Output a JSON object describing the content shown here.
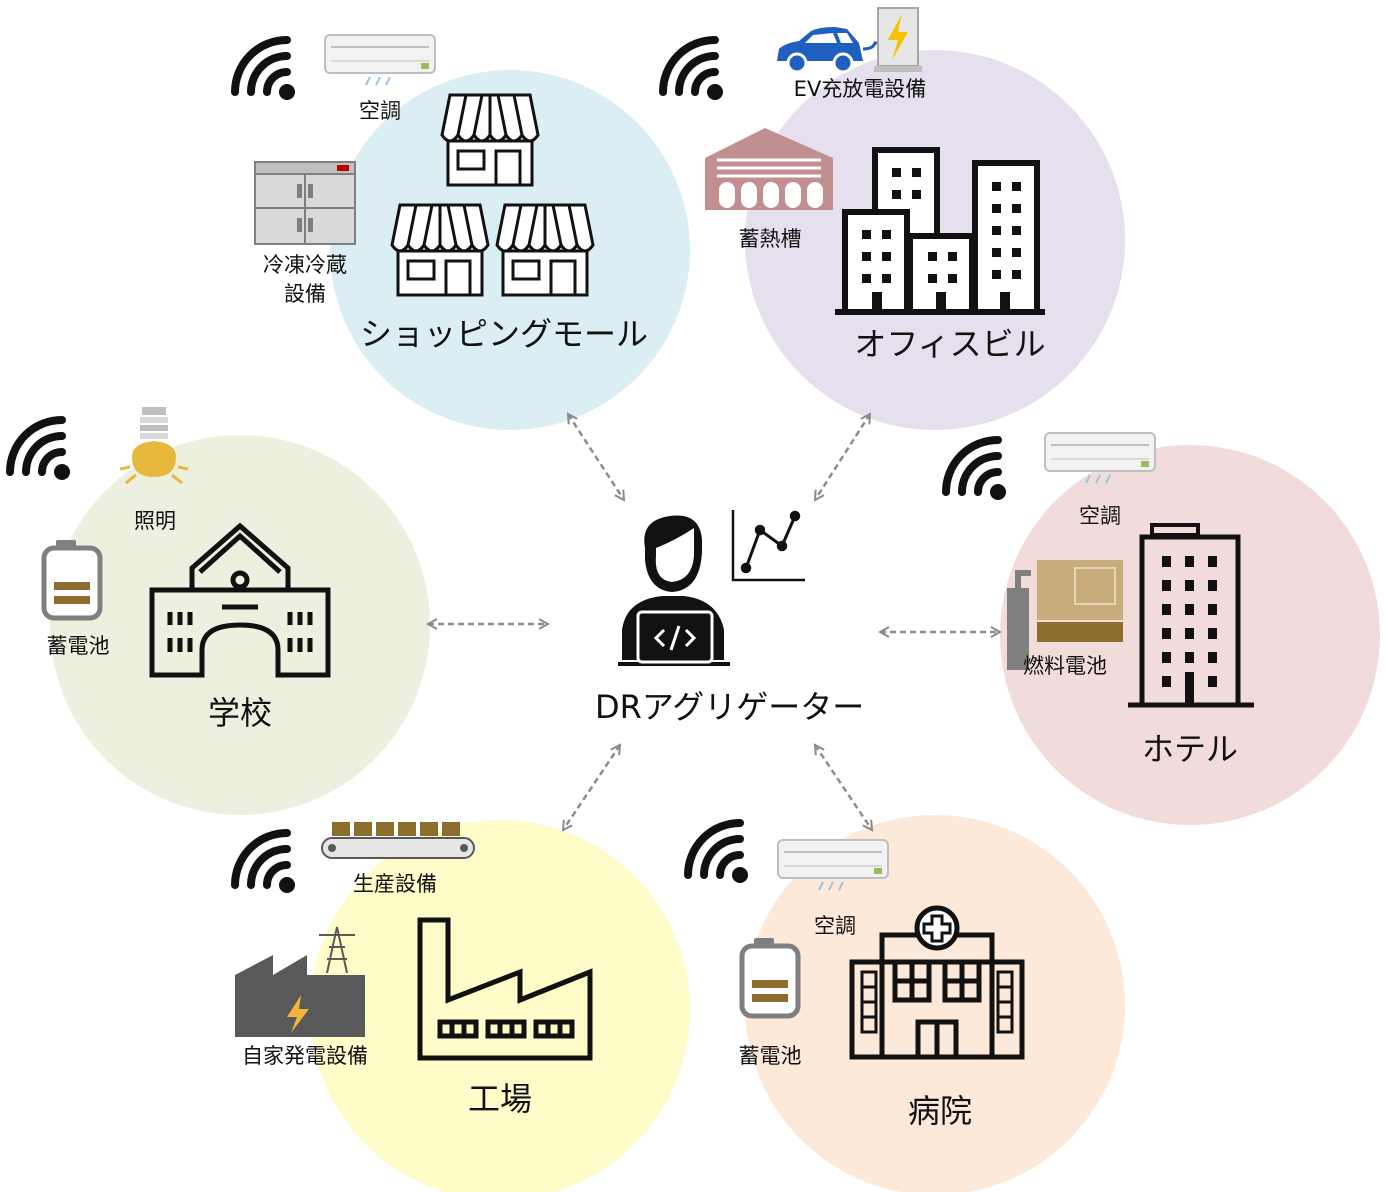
{
  "colors": {
    "shopping": "#dbeef3",
    "office": "#e6e0ee",
    "school": "#ebf1de",
    "hotel": "#f2dcdb",
    "factory": "#fefcc8",
    "hospital": "#fde9d9",
    "arrow": "#8c8c8c",
    "icon": "#111111",
    "battery_fill": "#8c6d2c",
    "bulb": "#e6b83c",
    "ev_car": "#1f5fbf",
    "bolt": "#f4c200",
    "heat_tank": "#a96b6b",
    "fuel_cell": "#c8ac7c",
    "gen_building": "#595959"
  },
  "center": {
    "label": "DRアグリゲーター"
  },
  "shopping": {
    "label": "ショッピングモール",
    "ac": "空調",
    "fridge_l1": "冷凍冷蔵",
    "fridge_l2": "設備"
  },
  "office": {
    "label": "オフィスビル",
    "ev": "EV充放電設備",
    "tank": "蓄熱槽"
  },
  "school": {
    "label": "学校",
    "light": "照明",
    "battery": "蓄電池"
  },
  "hotel": {
    "label": "ホテル",
    "ac": "空調",
    "fuelcell": "燃料電池"
  },
  "factory": {
    "label": "工場",
    "production": "生産設備",
    "generator": "自家発電設備"
  },
  "hospital": {
    "label": "病院",
    "ac": "空調",
    "battery": "蓄電池"
  }
}
